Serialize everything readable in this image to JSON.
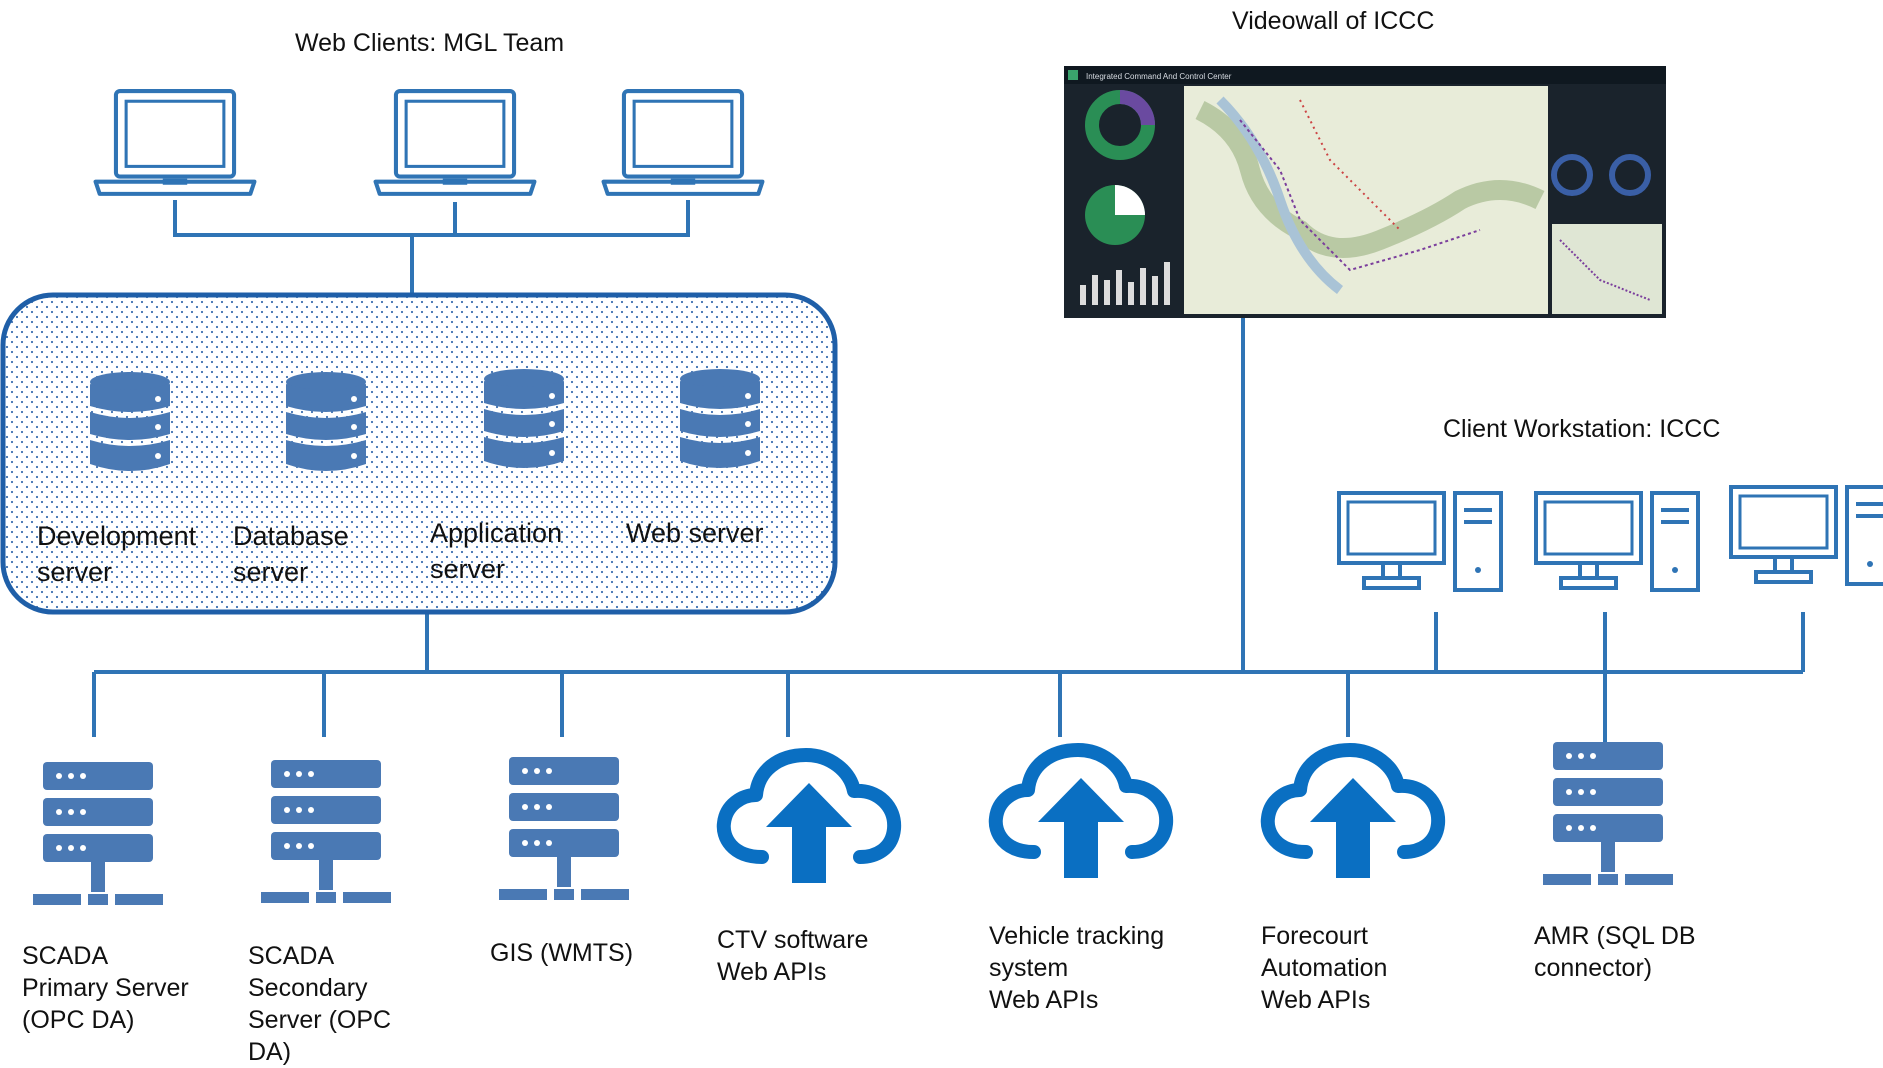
{
  "colors": {
    "accent": "#2f74b5",
    "server_fill": "#4a79b4",
    "cloud_fill": "#0a6fc2",
    "line": "#2f74b5"
  },
  "web_clients": {
    "title": "Web Clients: MGL Team",
    "count": 3,
    "icon": "laptop-icon"
  },
  "videowall": {
    "title": "Videowall of ICCC",
    "screenshot_title": "Integrated Command And Control Center"
  },
  "server_cluster": {
    "servers": [
      {
        "label": "Development\nserver",
        "icon": "database-icon"
      },
      {
        "label": "Database\nserver",
        "icon": "database-icon"
      },
      {
        "label": "Application\nserver",
        "icon": "database-icon"
      },
      {
        "label": "Web server",
        "icon": "database-icon"
      }
    ]
  },
  "client_workstations": {
    "title": "Client Workstation: ICCC",
    "count": 3,
    "icon": "desktop-computer-icon"
  },
  "systems": [
    {
      "label": "SCADA\nPrimary Server\n(OPC DA)",
      "icon": "server-rack-icon"
    },
    {
      "label": "SCADA\nSecondary\nServer (OPC\nDA)",
      "icon": "server-rack-icon"
    },
    {
      "label": "GIS (WMTS)",
      "icon": "server-rack-icon"
    },
    {
      "label": "CTV software\nWeb APIs",
      "icon": "cloud-upload-icon"
    },
    {
      "label": "Vehicle tracking\nsystem\nWeb APIs",
      "icon": "cloud-upload-icon"
    },
    {
      "label": "Forecourt\nAutomation\nWeb APIs",
      "icon": "cloud-upload-icon"
    },
    {
      "label": "AMR (SQL DB\nconnector)",
      "icon": "server-rack-icon"
    }
  ]
}
